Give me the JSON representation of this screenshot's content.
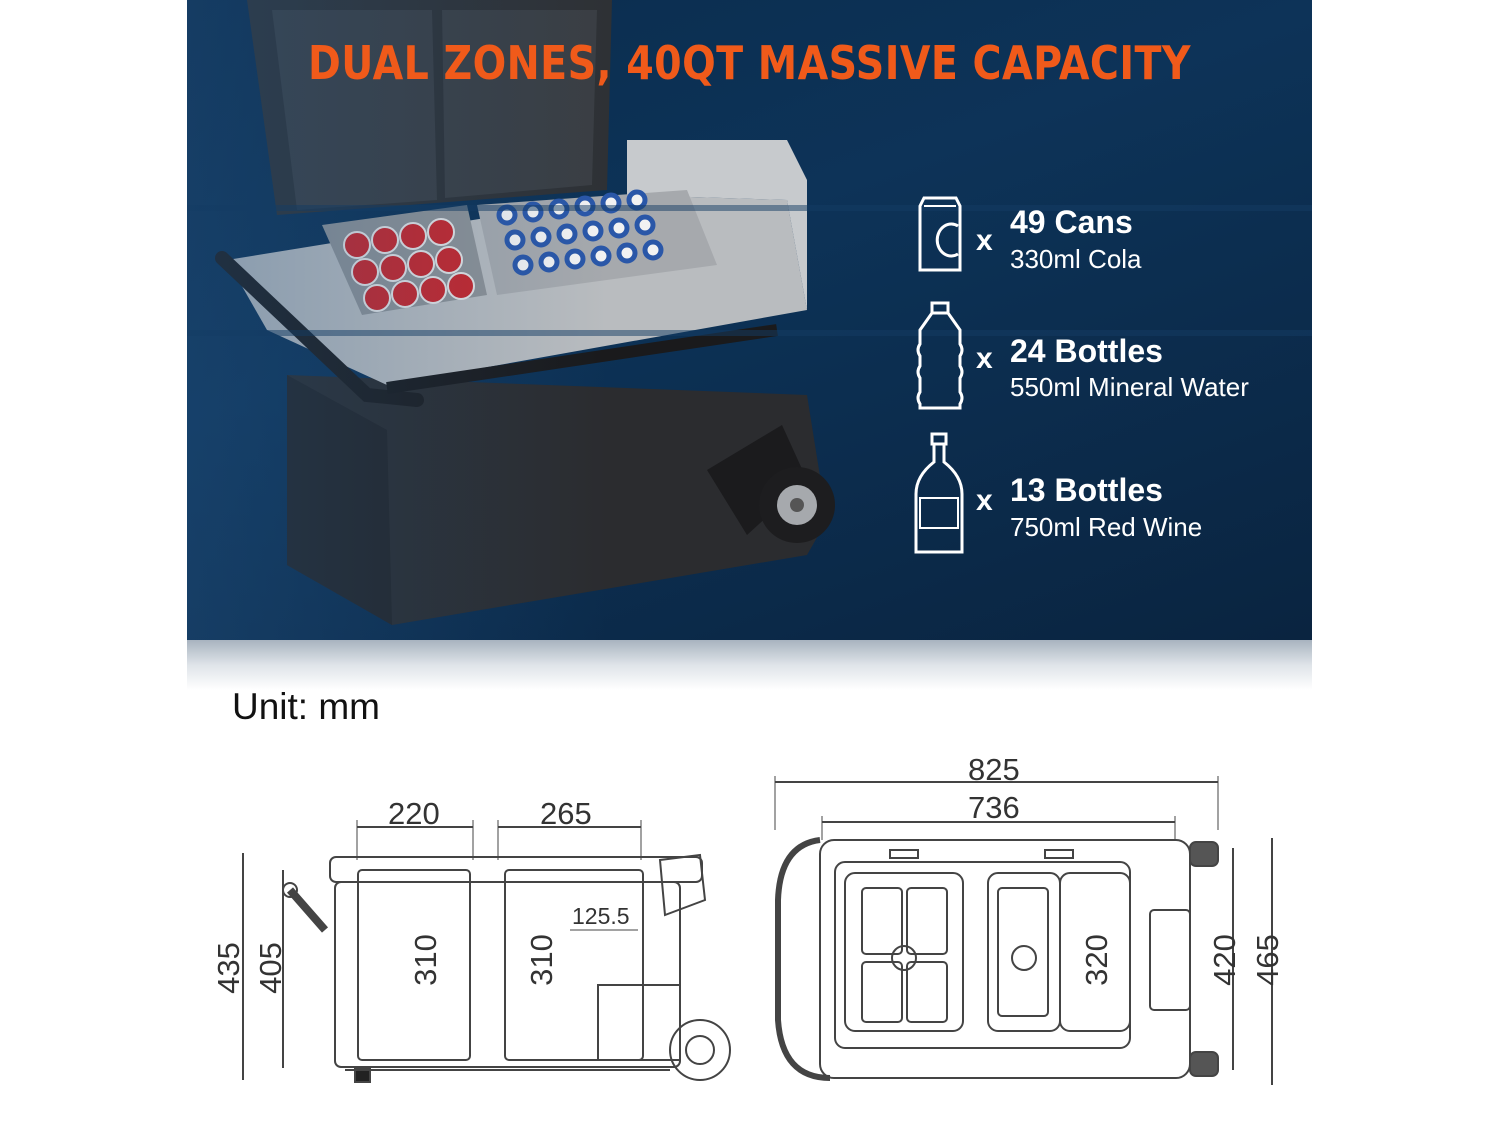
{
  "banner": {
    "headline": "DUAL ZONES, 40QT MASSIVE CAPACITY"
  },
  "capacity": [
    {
      "icon": "can-icon",
      "x": "x",
      "title": "49 Cans",
      "sub": "330ml Cola"
    },
    {
      "icon": "water-bottle-icon",
      "x": "x",
      "title": "24 Bottles",
      "sub": "550ml Mineral Water"
    },
    {
      "icon": "wine-bottle-icon",
      "x": "x",
      "title": "13 Bottles",
      "sub": "750ml Red Wine"
    }
  ],
  "diagram": {
    "unit": "Unit: mm",
    "side": {
      "w1": "220",
      "w2": "265",
      "inner": "125.5",
      "h_total": "435",
      "h_body": "405",
      "depth1": "310",
      "depth2": "310"
    },
    "top": {
      "w_total": "825",
      "w_body": "736",
      "inner_depth": "320",
      "d_body": "420",
      "d_total": "465"
    }
  },
  "colors": {
    "accent": "#f05a1a",
    "banner": "#0d3358",
    "line": "#444444"
  }
}
